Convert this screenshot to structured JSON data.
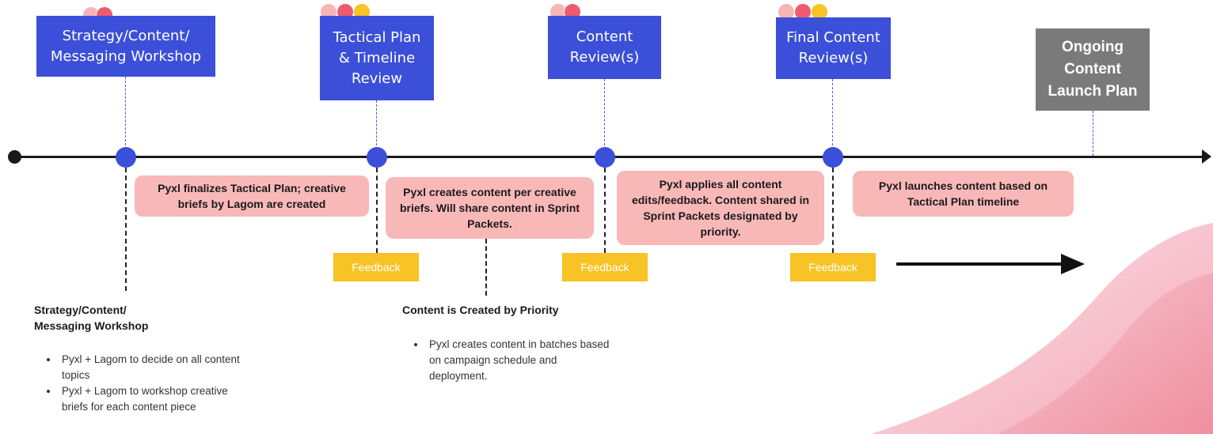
{
  "colors": {
    "milestone_blue": "#3b4fd8",
    "milestone_gray": "#7a7a7a",
    "note_pink": "#f9b8b8",
    "feedback_yellow": "#f7c325",
    "dot_light_pink": "#f7b6b6",
    "dot_red": "#ef5a6f",
    "dot_yellow": "#f7c325"
  },
  "milestones": [
    {
      "label": "Strategy/Content/\nMessaging Workshop",
      "dots": [
        "light-pink",
        "red"
      ]
    },
    {
      "label": "Tactical Plan\n& Timeline\nReview",
      "dots": [
        "light-pink",
        "red",
        "yellow"
      ]
    },
    {
      "label": "Content\nReview(s)",
      "dots": [
        "light-pink",
        "red"
      ]
    },
    {
      "label": "Final Content\nReview(s)",
      "dots": [
        "light-pink",
        "red",
        "yellow"
      ]
    },
    {
      "label": "Ongoing\nContent\nLaunch Plan",
      "dots": []
    }
  ],
  "notes": [
    "Pyxl finalizes Tactical Plan; creative briefs by Lagom are created",
    "Pyxl creates content per creative briefs. Will share content in Sprint Packets.",
    "Pyxl applies all content edits/feedback. Content shared in Sprint Packets designated by priority.",
    "Pyxl launches content based on Tactical Plan timeline"
  ],
  "feedback_labels": [
    "Feedback",
    "Feedback",
    "Feedback"
  ],
  "details": [
    {
      "title": "Strategy/Content/\nMessaging Workshop",
      "bullets": [
        "Pyxl + Lagom to decide on all content topics",
        "Pyxl + Lagom to workshop creative briefs for each content piece"
      ]
    },
    {
      "title": "Content is Created by Priority",
      "bullets": [
        "Pyxl creates content in batches based on campaign schedule and deployment."
      ]
    }
  ]
}
